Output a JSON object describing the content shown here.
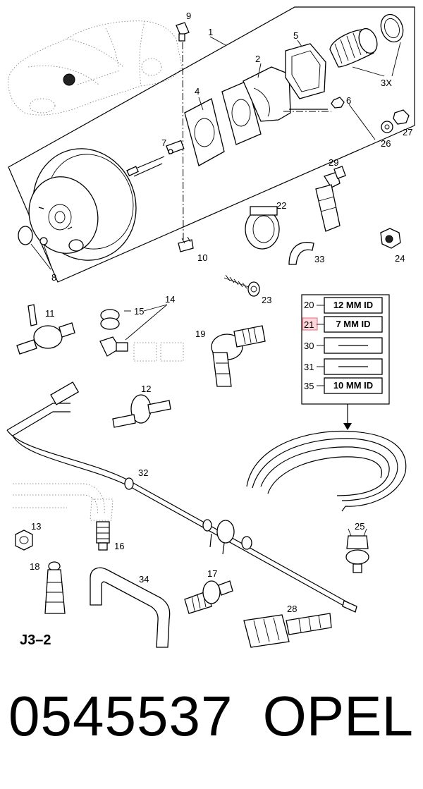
{
  "diagram": {
    "page_code": "J3–2",
    "callouts": {
      "c1": "1",
      "c2": "2",
      "c3x": "3X",
      "c4": "4",
      "c5": "5",
      "c6": "6",
      "c7": "7",
      "c8": "8",
      "c9": "9",
      "c10": "10",
      "c11": "11",
      "c12": "12",
      "c13": "13",
      "c14": "14",
      "c15": "15",
      "c16": "16",
      "c17": "17",
      "c18": "18",
      "c19": "19",
      "c22": "22",
      "c23": "23",
      "c24": "24",
      "c25": "25",
      "c26": "26",
      "c27": "27",
      "c28": "28",
      "c29": "29",
      "c32": "32",
      "c33": "33",
      "c34": "34"
    },
    "hose_table": [
      {
        "num": "20",
        "label": "12 MM ID",
        "highlighted": false
      },
      {
        "num": "21",
        "label": "7 MM ID",
        "highlighted": true
      },
      {
        "num": "30",
        "label": "",
        "highlighted": false
      },
      {
        "num": "31",
        "label": "",
        "highlighted": false
      },
      {
        "num": "35",
        "label": "10 MM ID",
        "highlighted": false
      }
    ],
    "highlight_color": "#e06a7a"
  },
  "footer": {
    "part_number": "0545537",
    "brand": "OPEL"
  }
}
